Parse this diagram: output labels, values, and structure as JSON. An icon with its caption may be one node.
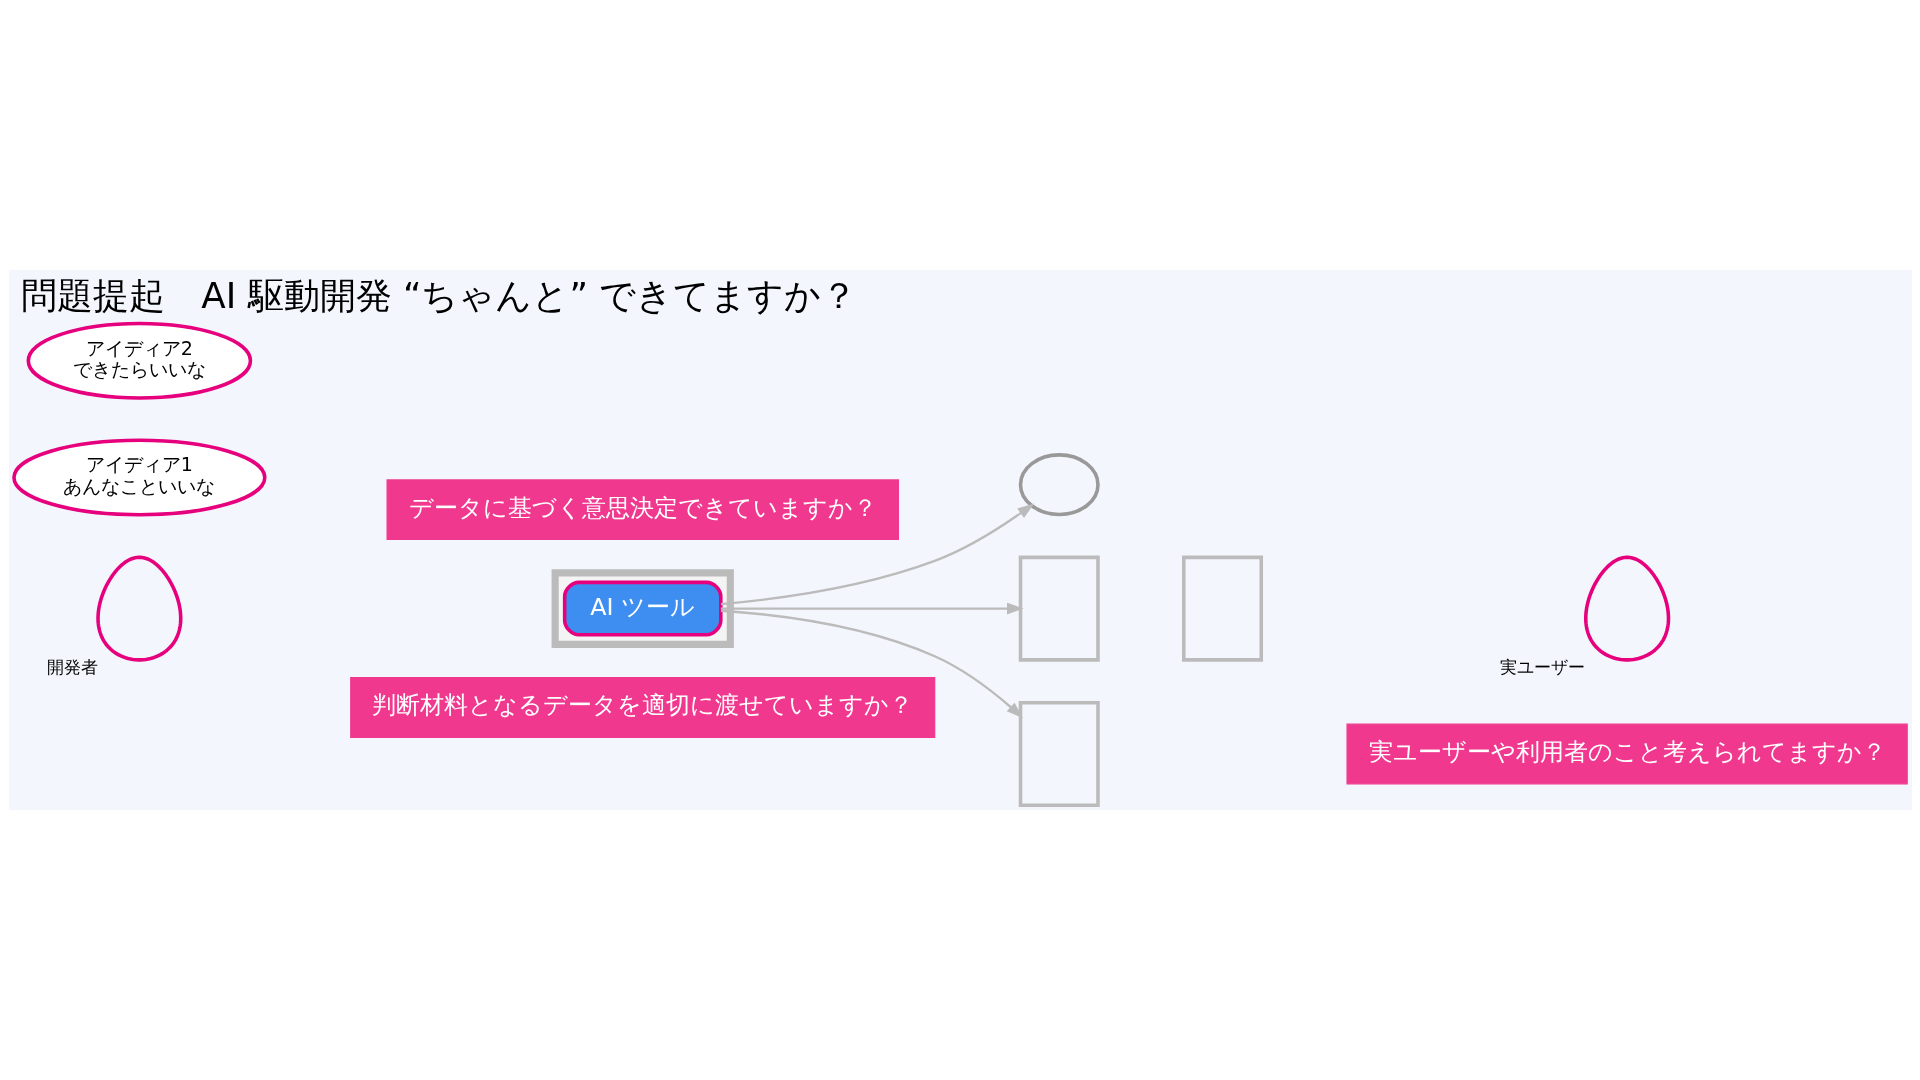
{
  "diagram": {
    "title": "問題提起　AI 駆動開発 “ちゃんと” できてますか？",
    "nodes": [
      {
        "text": [],
        "shape": "person",
        "beside": [
          "開発者"
        ]
      },
      {
        "text": [
          "アイディア1",
          "あんなこといいな"
        ]
      },
      {
        "text": [
          "アイディア2",
          "できたらいいな"
        ]
      },
      {
        "text": [
          "データに基づく意思決定できていますか？"
        ]
      },
      {
        "text": [],
        "shape": "box"
      },
      {
        "text": [
          "AI ツール"
        ],
        "in": 4
      },
      {
        "text": [
          "判断材料となるデータを適切に渡せていますか？"
        ]
      },
      {
        "text": [],
        "shape": "cloud"
      },
      {
        "text": [],
        "shape": "box"
      },
      {
        "text": [],
        "shape": "box"
      },
      {
        "text": [],
        "shape": "box"
      },
      {
        "text": [],
        "shape": "person",
        "beside": [
          "実ユーザー"
        ]
      },
      {
        "text": [
          "実ユーザーや利用者のこと考えられてますか？"
        ]
      }
    ],
    "edges": [
      {
        "from": 5,
        "to": 7,
        "arrow": "to"
      },
      {
        "from": 5,
        "to": 8,
        "arrow": "to"
      },
      {
        "from": 5,
        "to": 10,
        "arrow": "to"
      }
    ]
  }
}
